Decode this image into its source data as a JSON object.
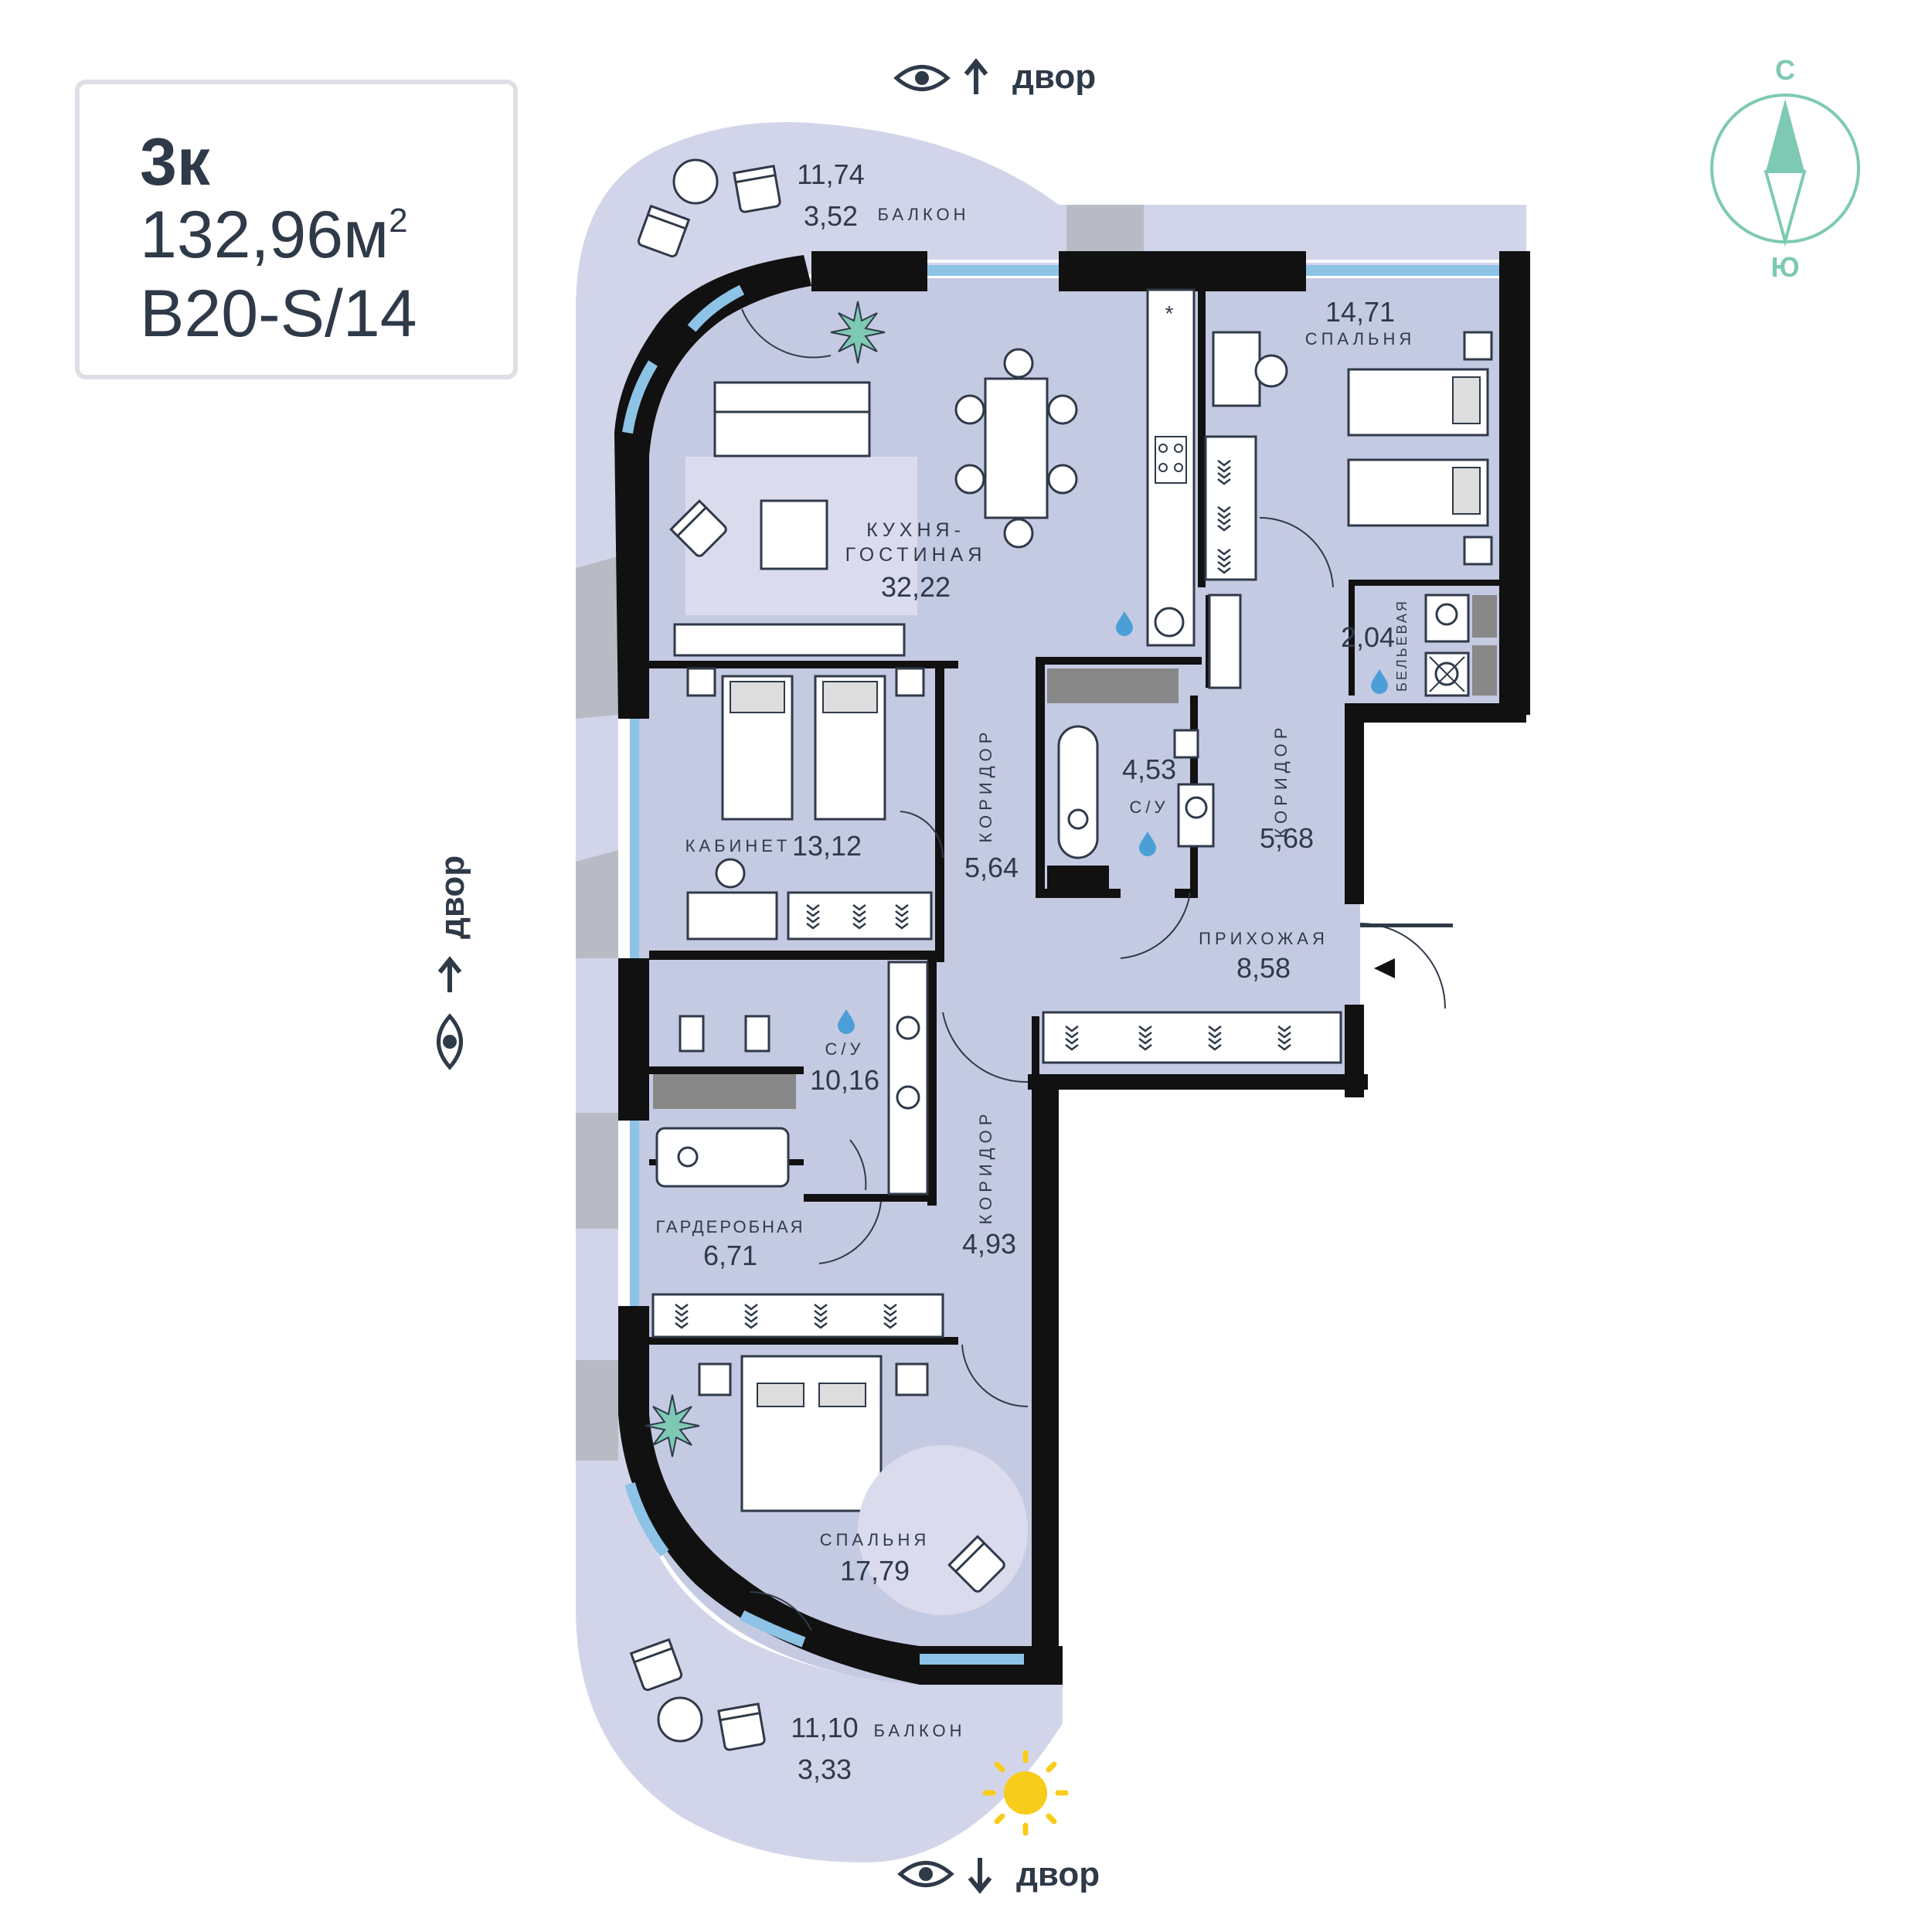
{
  "info": {
    "rooms": "3к",
    "area_value": "132,96м",
    "area_sup": "2",
    "code": "B20-S/14"
  },
  "compass": {
    "north": "С",
    "south": "Ю"
  },
  "views": {
    "top": "двор",
    "left": "двор",
    "bottom": "двор"
  },
  "rooms": {
    "living": {
      "label_1": "КУХНЯ-",
      "label_2": "ГОСТИНАЯ",
      "area": "32,22"
    },
    "bedroom_ne": {
      "label": "СПАЛЬНЯ",
      "area": "14,71"
    },
    "laundry": {
      "label": "БЕЛЬЕВАЯ",
      "area": "2,04"
    },
    "bathroom_center": {
      "label": "С/У",
      "area": "4,53"
    },
    "corridor_a": {
      "label": "КОРИДОР",
      "area": "5,68"
    },
    "cabinet": {
      "label": "КАБИНЕТ",
      "area": "13,12"
    },
    "corridor_b": {
      "label": "КОРИДОР",
      "area": "5,64"
    },
    "hall": {
      "label": "ПРИХОЖАЯ",
      "area": "8,58"
    },
    "bathroom_west": {
      "label": "С/У",
      "area": "10,16"
    },
    "corridor_c": {
      "label": "КОРИДОР",
      "area": "4,93"
    },
    "wardrobe": {
      "label": "ГАРДЕРОБНАЯ",
      "area": "6,71"
    },
    "bedroom_sw": {
      "label": "СПАЛЬНЯ",
      "area": "17,79"
    }
  },
  "balconies": {
    "north": {
      "label": "БАЛКОН",
      "area_total": "11,74",
      "area_reduced": "3,52"
    },
    "south": {
      "label": "БАЛКОН",
      "area_total": "11,10",
      "area_reduced": "3,33"
    }
  },
  "colors": {
    "floor": "#c5cae3",
    "balcony": "#d2d5ea",
    "wall": "#111111",
    "window": "#8cc3e6",
    "accent_green": "#7ec9b4",
    "water": "#4b9fd6",
    "sun": "#f8cc1a",
    "text": "#2f3a49"
  }
}
